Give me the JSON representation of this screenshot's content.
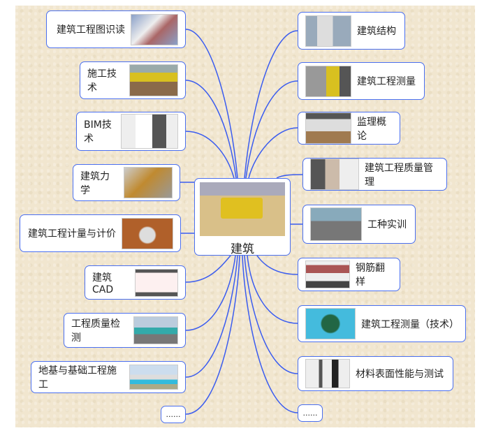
{
  "center": {
    "label": "建筑"
  },
  "left": [
    {
      "label": "建筑工程图识读"
    },
    {
      "label": "施工技术"
    },
    {
      "label": "BIM技术"
    },
    {
      "label": "建筑力学"
    },
    {
      "label": "建筑工程计量与计价"
    },
    {
      "label": "建筑CAD"
    },
    {
      "label": "工程质量检测"
    },
    {
      "label": "地基与基础工程施工"
    },
    {
      "label": "......"
    }
  ],
  "right": [
    {
      "label": "建筑结构"
    },
    {
      "label": "建筑工程测量"
    },
    {
      "label": "监理概论"
    },
    {
      "label": "建筑工程质量管理"
    },
    {
      "label": "工种实训"
    },
    {
      "label": "钢筋翻样"
    },
    {
      "label": "建筑工程测量（技术）"
    },
    {
      "label": "材料表面性能与测试"
    },
    {
      "label": "......"
    }
  ],
  "colors": {
    "line": "#3a5cf0",
    "border": "#4a6ff0",
    "background": "#f1e6cf"
  }
}
